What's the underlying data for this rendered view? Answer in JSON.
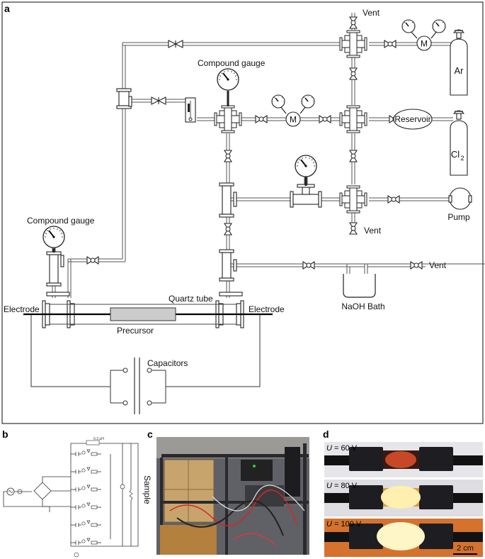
{
  "panels": {
    "a": "a",
    "b": "b",
    "c": "c",
    "d": "d"
  },
  "labels": {
    "vent": "Vent",
    "compound_gauge": "Compound gauge",
    "argon": "Ar",
    "chlorine_main": "Cl",
    "chlorine_sub": "2",
    "reservoir": "Reservoir",
    "pump": "Pump",
    "m": "M",
    "naoh_bath": "NaOH Bath",
    "quartz_tube": "Quartz tube",
    "electrode": "Electrode",
    "precursor": "Precursor",
    "capacitors": "Capacitors",
    "sample": "Sample",
    "resistor_value": "0.3 μH"
  },
  "photos_d": [
    {
      "var": "U",
      "eq": " = 60 V"
    },
    {
      "var": "U",
      "eq": " = 80 V"
    },
    {
      "var": "U",
      "eq": " = 100 V"
    }
  ],
  "scale_bar": "2 cm",
  "colors": {
    "glow_60": "#e0512a",
    "glow_80": "#fff0b0",
    "glow_100": "#fff6c8",
    "sample_fill": "#cccccc"
  }
}
